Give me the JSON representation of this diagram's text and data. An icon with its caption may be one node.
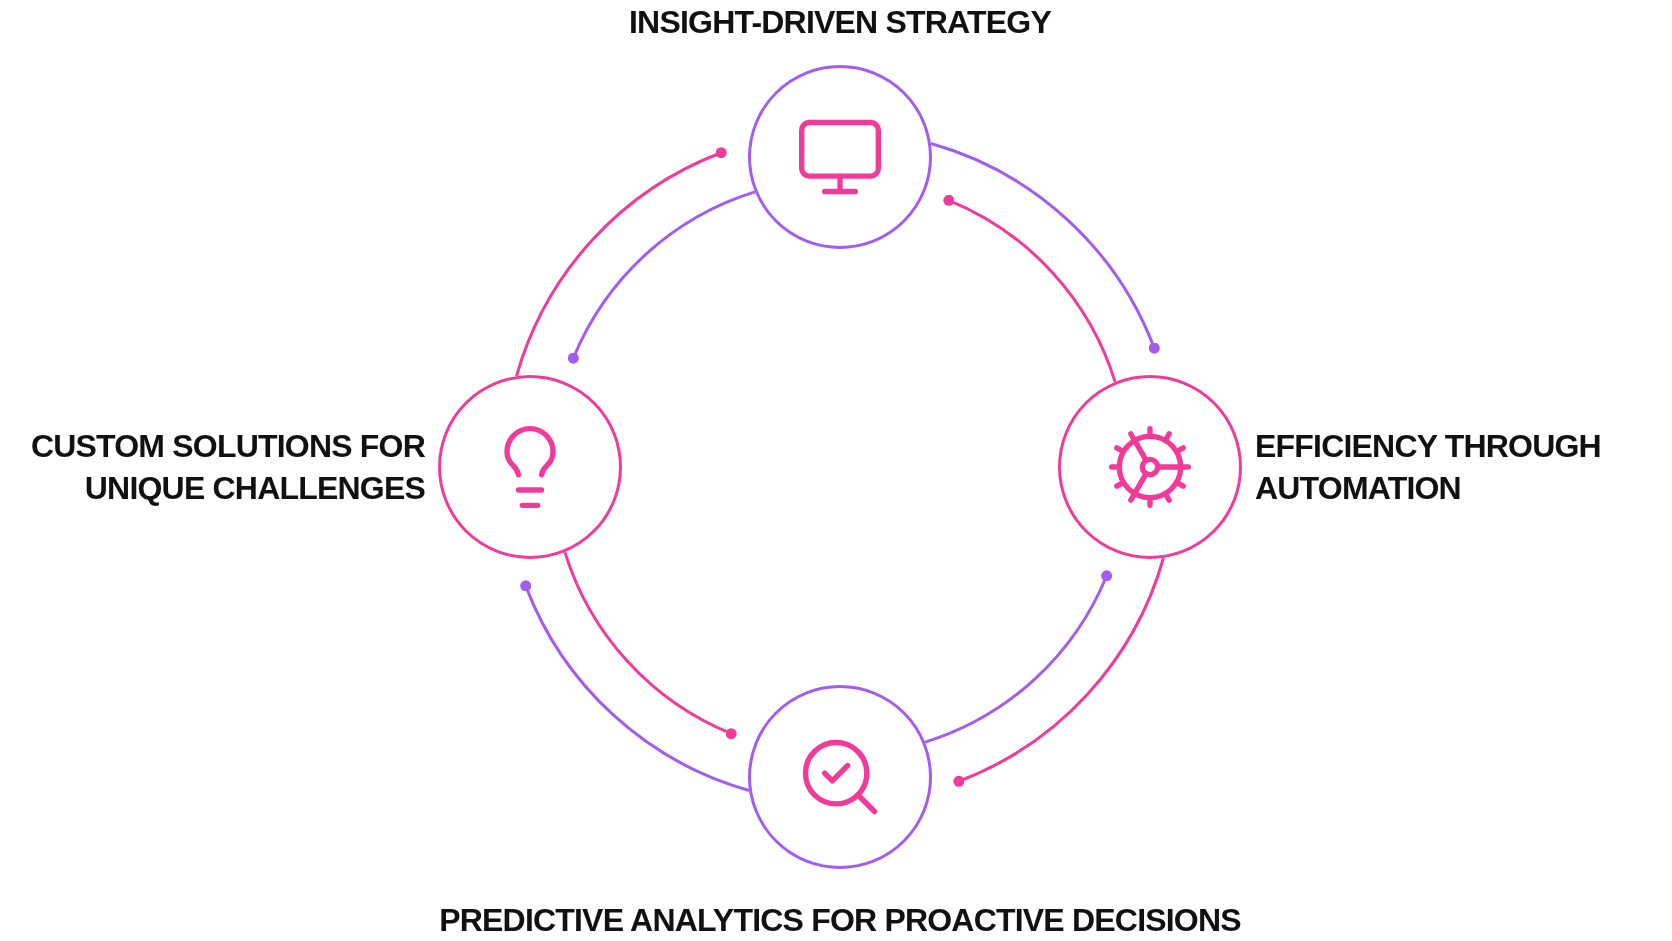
{
  "diagram": {
    "nodes": [
      {
        "text": [
          "INSIGHT-DRIVEN STRATEGY"
        ]
      },
      {
        "text": [
          "CUSTOM SOLUTIONS FOR UNIQUE CHALLENGES"
        ]
      },
      {
        "text": [
          "EFFICIENCY THROUGH AUTOMATION"
        ]
      },
      {
        "text": [
          "PREDICTIVE ANALYTICS FOR PROACTIVE DECISIONS"
        ]
      }
    ],
    "edges": [
      {
        "from": 1,
        "to": 0,
        "arrow": "other",
        "color": "#f23a9a"
      },
      {
        "from": 0,
        "to": 1,
        "arrow": "other",
        "color": "#a35cf0"
      },
      {
        "from": 0,
        "to": 2,
        "arrow": "other",
        "color": "#a35cf0"
      },
      {
        "from": 2,
        "to": 0,
        "arrow": "other",
        "color": "#f23a9a"
      },
      {
        "from": 2,
        "to": 3,
        "arrow": "other",
        "color": "#f23a9a"
      },
      {
        "from": 3,
        "to": 2,
        "arrow": "other",
        "color": "#a35cf0"
      },
      {
        "from": 3,
        "to": 1,
        "arrow": "other",
        "color": "#a35cf0"
      },
      {
        "from": 1,
        "to": 3,
        "arrow": "other",
        "color": "#f23a9a"
      }
    ]
  }
}
